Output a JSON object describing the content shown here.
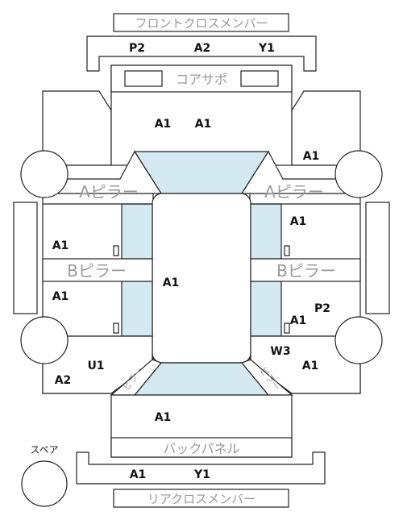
{
  "labels": {
    "front_cross_member": "フロントクロスメンバー",
    "core_support": "コアサポ",
    "a_pillar_left": "Aピラー",
    "a_pillar_right": "Aピラー",
    "b_pillar_left": "Bピラー",
    "b_pillar_right": "Bピラー",
    "back_panel": "バックパネル",
    "rear_cross_member": "リアクロスメンバー",
    "spare": "スペア",
    "door_small_left": "ドア",
    "door_small_right": "ドア"
  },
  "grades": {
    "front_member_1": "P2",
    "front_member_2": "A2",
    "front_member_3": "Y1",
    "hood_1": "A1",
    "hood_2": "A1",
    "right_front_fender": "A1",
    "right_front_door": "A1",
    "left_front_door": "A1",
    "roof": "A1",
    "left_rear_door": "A1",
    "right_rear_door": "A1",
    "right_rear_extra": "P2",
    "left_rear_u": "U1",
    "left_rear_a": "A2",
    "right_rear_w": "W3",
    "right_rear_quarter": "A1",
    "trunk": "A1",
    "rear_member_1": "A1",
    "rear_member_2": "Y1"
  },
  "colors": {
    "glass": "#d4e9f1",
    "outline": "#222222",
    "label_gray": "#999999"
  }
}
